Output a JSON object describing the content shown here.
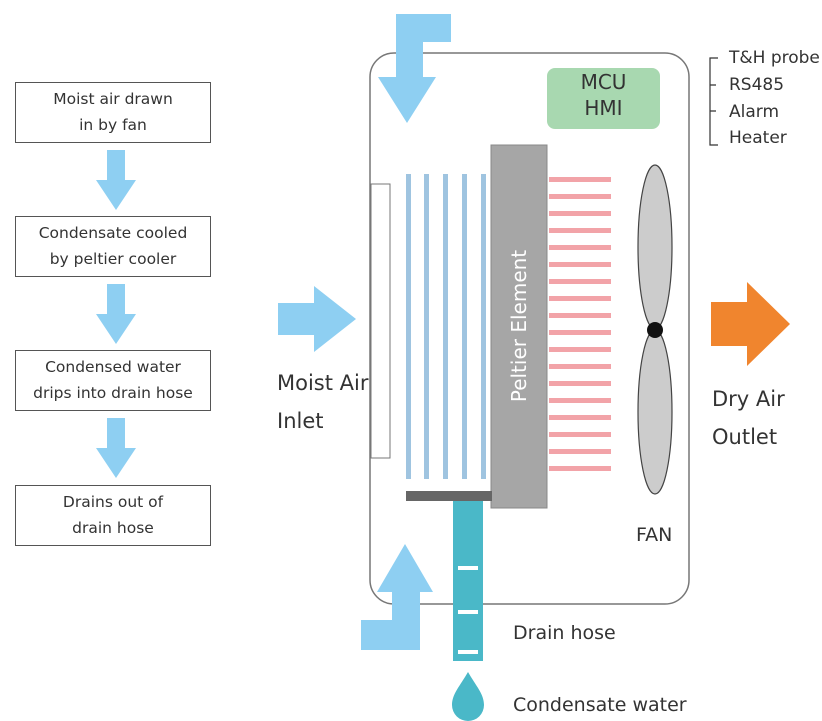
{
  "flow": {
    "steps": [
      {
        "line1": "Moist air drawn",
        "line2": "in by fan"
      },
      {
        "line1": "Condensate cooled",
        "line2": "by peltier cooler"
      },
      {
        "line1": "Condensed water",
        "line2": "drips into drain hose"
      },
      {
        "line1": "Drains out of",
        "line2": "drain hose"
      }
    ]
  },
  "device": {
    "mcu_line1": "MCU",
    "mcu_line2": "HMI",
    "peltier_label": "Peltier Element",
    "fan_label": "FAN",
    "drain_hose_label": "Drain hose",
    "condensate_label": "Condensate water",
    "inlet_line1": "Moist Air",
    "inlet_line2": "Inlet",
    "outlet_line1": "Dry Air",
    "outlet_line2": "Outlet",
    "io_items": [
      "T&H probe",
      "RS485",
      "Alarm",
      "Heater"
    ]
  },
  "colors": {
    "light_blue": "#8ecff2",
    "orange": "#f0852e",
    "teal": "#4ab8c8",
    "pink": "#f2a3a8",
    "green": "#a8d8b0",
    "peltier_gray": "#a6a6a6"
  }
}
